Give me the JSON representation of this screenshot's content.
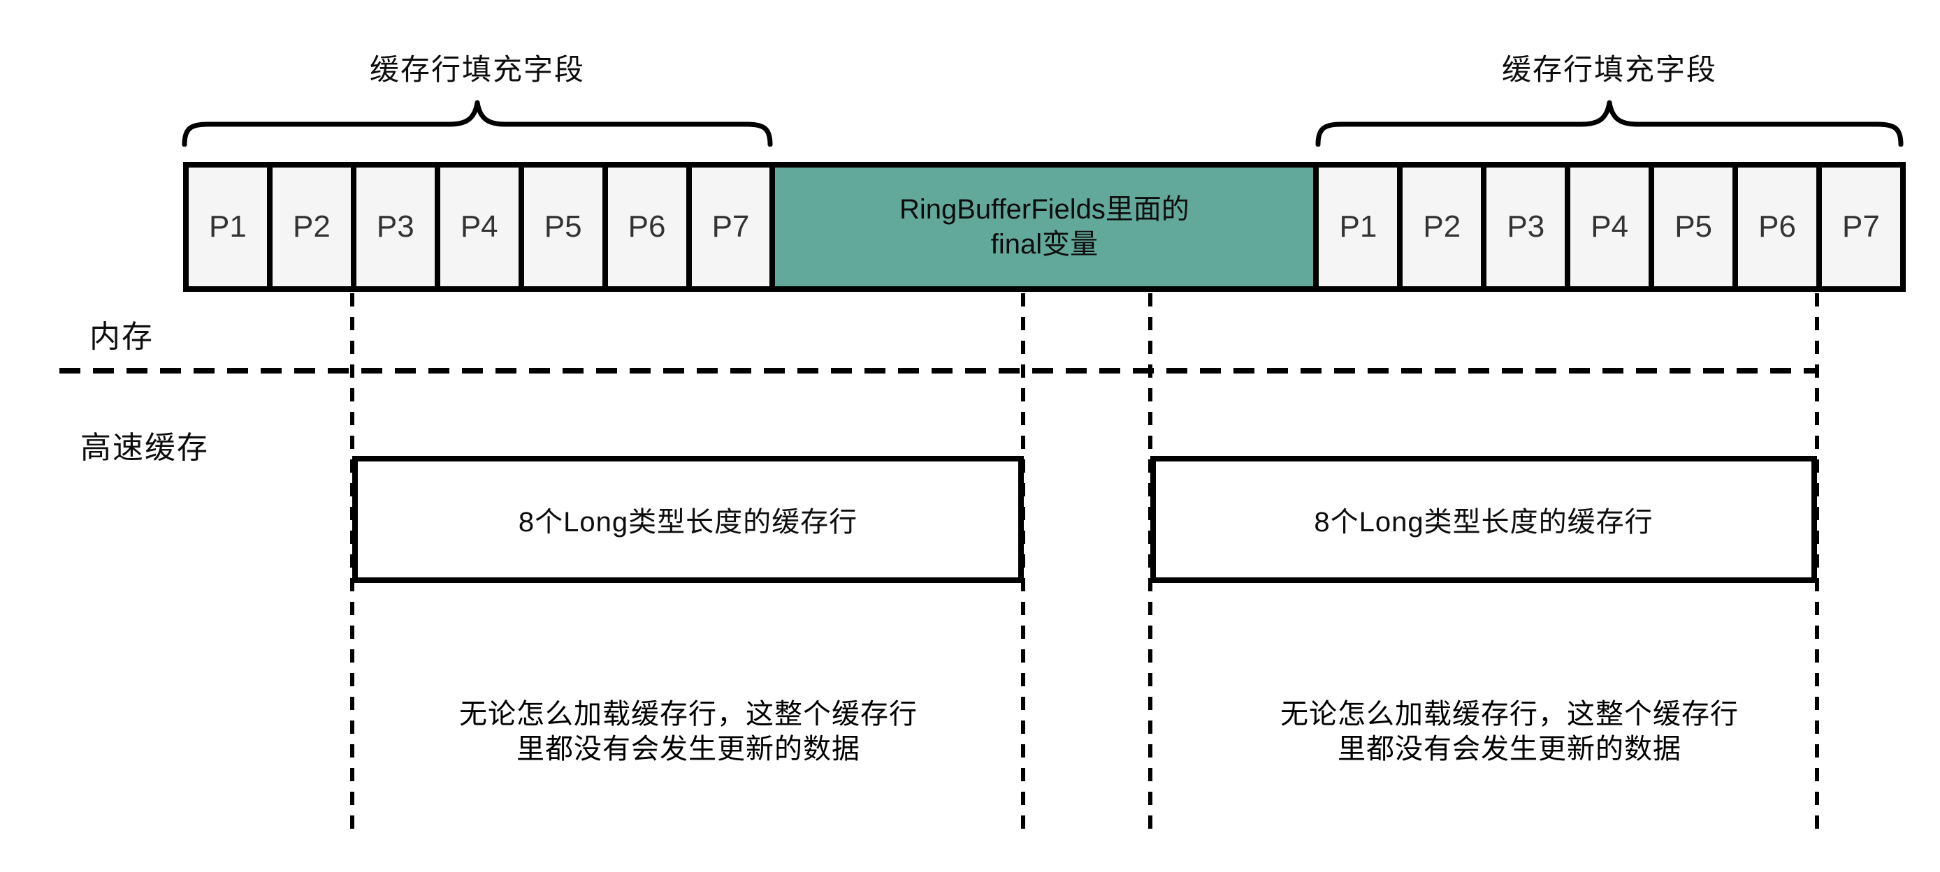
{
  "braces": {
    "left": {
      "label": "缓存行填充字段"
    },
    "right": {
      "label": "缓存行填充字段"
    }
  },
  "memory_row": {
    "left_cells": [
      "P1",
      "P2",
      "P3",
      "P4",
      "P5",
      "P6",
      "P7"
    ],
    "final_cell": {
      "line1": "RingBufferFields里面的",
      "line2": "final变量"
    },
    "right_cells": [
      "P1",
      "P2",
      "P3",
      "P4",
      "P5",
      "P6",
      "P7"
    ]
  },
  "section_labels": {
    "memory": "内存",
    "cache": "高速缓存"
  },
  "cache_lines": {
    "left": {
      "label": "8个Long类型长度的缓存行"
    },
    "right": {
      "label": "8个Long类型长度的缓存行"
    }
  },
  "notes": {
    "left": {
      "line1": "无论怎么加载缓存行，这整个缓存行",
      "line2": "里都没有会发生更新的数据"
    },
    "right": {
      "line1": "无论怎么加载缓存行，这整个缓存行",
      "line2": "里都没有会发生更新的数据"
    }
  },
  "colors": {
    "final_cell_bg": "#63a99b",
    "padding_cell_bg": "#f5f5f5",
    "line": "#000000"
  }
}
